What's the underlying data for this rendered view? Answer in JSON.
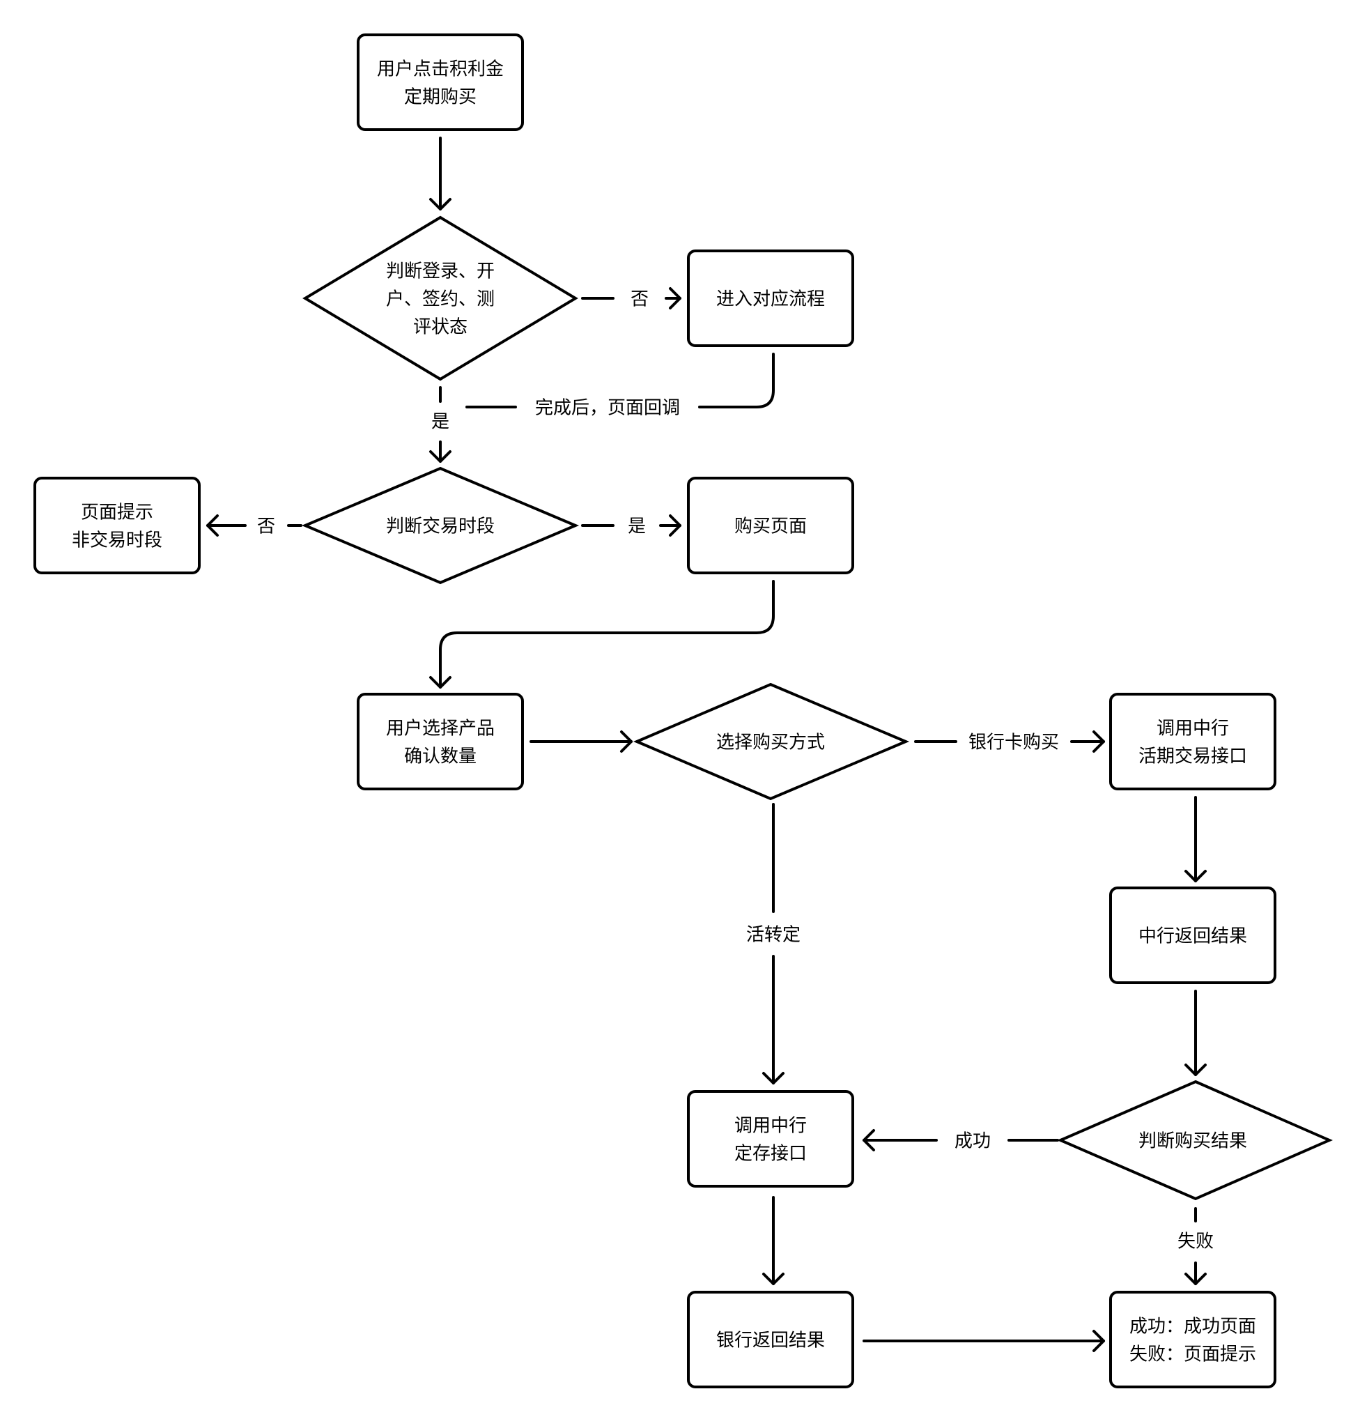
{
  "nodes": {
    "start": [
      "用户点击积利金",
      "定期购买"
    ],
    "check_status": [
      "判断登录、开",
      "户、签约、测",
      "评状态"
    ],
    "enter_flow": [
      "进入对应流程"
    ],
    "check_time": [
      "判断交易时段"
    ],
    "non_trading_tip": [
      "页面提示",
      "非交易时段"
    ],
    "purchase_page": [
      "购买页面"
    ],
    "select_product": [
      "用户选择产品",
      "确认数量"
    ],
    "select_method": [
      "选择购买方式"
    ],
    "call_current_api": [
      "调用中行",
      "活期交易接口"
    ],
    "boc_result": [
      "中行返回结果"
    ],
    "judge_result": [
      "判断购买结果"
    ],
    "call_deposit_api": [
      "调用中行",
      "定存接口"
    ],
    "bank_result": [
      "银行返回结果"
    ],
    "final_tip": [
      "成功：成功页面",
      "失败：页面提示"
    ]
  },
  "edges": {
    "status_no": "否",
    "status_yes": "是",
    "callback": "完成后，页面回调",
    "time_no": "否",
    "time_yes": "是",
    "bank_card": "银行卡购买",
    "current_to_fixed": "活转定",
    "success": "成功",
    "fail": "失败"
  }
}
